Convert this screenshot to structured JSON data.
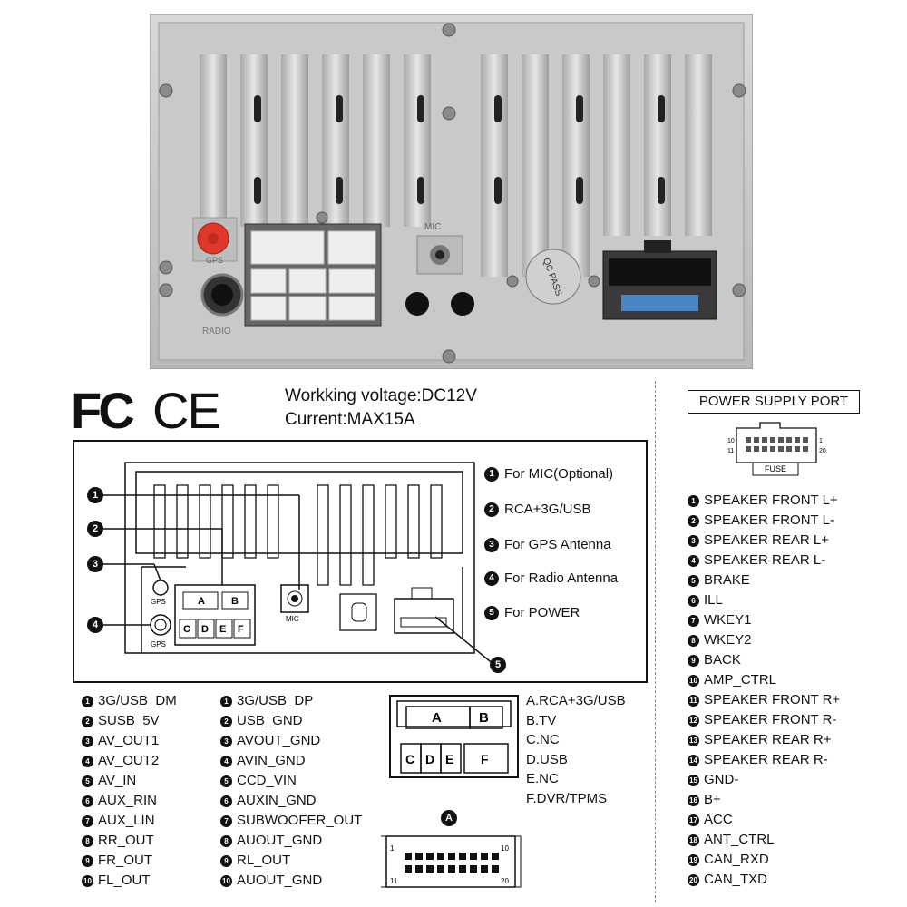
{
  "photo": {
    "gps_label": "GPS",
    "radio_label": "RADIO",
    "mic_label": "MIC",
    "qc_label": "QC PASS"
  },
  "logos": {
    "fcc": "FC",
    "ce": "CE"
  },
  "specs": {
    "voltage": "Workking voltage:DC12V",
    "current": "Current:MAX15A"
  },
  "diagram": {
    "callouts": [
      {
        "num": "1",
        "label": "For MIC(Optional)"
      },
      {
        "num": "2",
        "label": "RCA+3G/USB"
      },
      {
        "num": "3",
        "label": "For GPS Antenna"
      },
      {
        "num": "4",
        "label": "For Radio Antenna"
      },
      {
        "num": "5",
        "label": "For POWER"
      }
    ],
    "inner_labels": {
      "gps_top": "GPS",
      "gps_bottom": "GPS",
      "mic": "MIC",
      "a": "A",
      "b": "B",
      "c": "C",
      "d": "D",
      "e": "E",
      "f": "F"
    }
  },
  "pins_left": [
    {
      "num": "1",
      "label": "3G/USB_DM"
    },
    {
      "num": "2",
      "label": "SUSB_5V"
    },
    {
      "num": "3",
      "label": "AV_OUT1"
    },
    {
      "num": "4",
      "label": "AV_OUT2"
    },
    {
      "num": "5",
      "label": "AV_IN"
    },
    {
      "num": "6",
      "label": "AUX_RIN"
    },
    {
      "num": "7",
      "label": "AUX_LIN"
    },
    {
      "num": "8",
      "label": "RR_OUT"
    },
    {
      "num": "9",
      "label": "FR_OUT"
    },
    {
      "num": "10",
      "label": "FL_OUT"
    }
  ],
  "pins_mid": [
    {
      "num": "1",
      "label": "3G/USB_DP"
    },
    {
      "num": "2",
      "label": "USB_GND"
    },
    {
      "num": "3",
      "label": "AVOUT_GND"
    },
    {
      "num": "4",
      "label": "AVIN_GND"
    },
    {
      "num": "5",
      "label": "CCD_VIN"
    },
    {
      "num": "6",
      "label": "AUXIN_GND"
    },
    {
      "num": "7",
      "label": "SUBWOOFER_OUT"
    },
    {
      "num": "8",
      "label": "AUOUT_GND"
    },
    {
      "num": "9",
      "label": "RL_OUT"
    },
    {
      "num": "10",
      "label": "AUOUT_GND"
    }
  ],
  "connector": {
    "blocks": {
      "a": "A",
      "b": "B",
      "c": "C",
      "d": "D",
      "e": "E",
      "f": "F"
    },
    "legend": [
      "A.RCA+3G/USB",
      "B.TV",
      "C.NC",
      "D.USB",
      "E.NC",
      "F.DVR/TPMS"
    ],
    "plug_label": "A",
    "plug_pins": {
      "p1": "1",
      "p10": "10",
      "p11": "11",
      "p20": "20"
    }
  },
  "power_port": {
    "title": "POWER SUPPLY PORT",
    "fuse_label": "FUSE",
    "pin_labels": {
      "p1": "1",
      "p10": "10",
      "p11": "11",
      "p20": "20"
    },
    "items": [
      {
        "num": "1",
        "label": "SPEAKER FRONT L+"
      },
      {
        "num": "2",
        "label": "SPEAKER FRONT L-"
      },
      {
        "num": "3",
        "label": "SPEAKER REAR L+"
      },
      {
        "num": "4",
        "label": "SPEAKER REAR L-"
      },
      {
        "num": "5",
        "label": "BRAKE"
      },
      {
        "num": "6",
        "label": "ILL"
      },
      {
        "num": "7",
        "label": "WKEY1"
      },
      {
        "num": "8",
        "label": "WKEY2"
      },
      {
        "num": "9",
        "label": "BACK"
      },
      {
        "num": "10",
        "label": "AMP_CTRL"
      },
      {
        "num": "11",
        "label": "SPEAKER FRONT R+"
      },
      {
        "num": "12",
        "label": "SPEAKER FRONT R-"
      },
      {
        "num": "13",
        "label": "SPEAKER REAR R+"
      },
      {
        "num": "14",
        "label": "SPEAKER REAR R-"
      },
      {
        "num": "15",
        "label": "GND-"
      },
      {
        "num": "16",
        "label": "B+"
      },
      {
        "num": "17",
        "label": "ACC"
      },
      {
        "num": "18",
        "label": "ANT_CTRL"
      },
      {
        "num": "19",
        "label": "CAN_RXD"
      },
      {
        "num": "20",
        "label": "CAN_TXD"
      }
    ]
  }
}
